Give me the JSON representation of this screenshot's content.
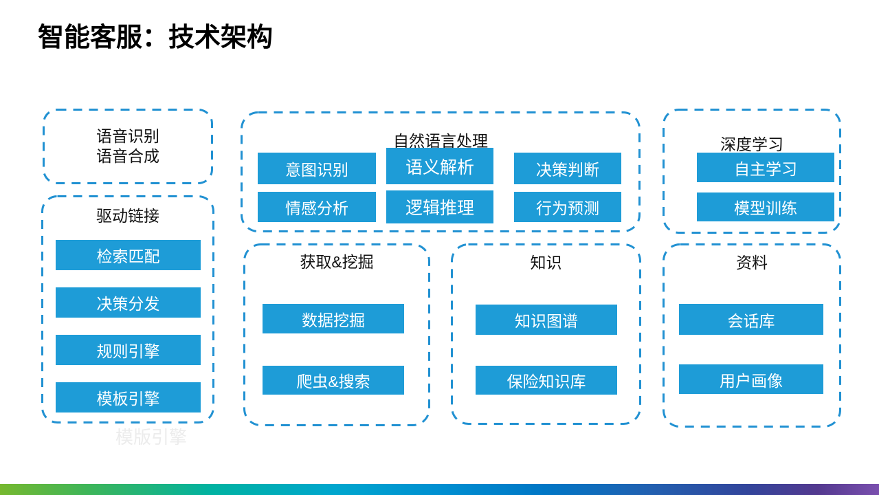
{
  "title": "智能客服：技术架构",
  "watermark": "模版引擎",
  "boxes": {
    "voice": {
      "line1": "语音识别",
      "line2": "语音合成"
    },
    "drive": {
      "title": "驱动链接",
      "items": [
        "检索匹配",
        "决策分发",
        "规则引擎",
        "模板引擎"
      ]
    },
    "nlp": {
      "title": "自然语言处理",
      "items": [
        "意图识别",
        "语义解析",
        "决策判断",
        "情感分析",
        "逻辑推理",
        "行为预测"
      ]
    },
    "deep": {
      "title": "深度学习",
      "items": [
        "自主学习",
        "模型训练"
      ]
    },
    "acquire": {
      "title": "获取&挖掘",
      "items": [
        "数据挖掘",
        "爬虫&搜索"
      ]
    },
    "knowledge": {
      "title": "知识",
      "items": [
        "知识图谱",
        "保险知识库"
      ]
    },
    "data": {
      "title": "资料",
      "items": [
        "会话库",
        "用户画像"
      ]
    }
  },
  "colors": {
    "chip_blue": "#1E9CD7",
    "dash_border_blue": "#2191D2",
    "title_black": "#000000",
    "gradient_stops": [
      "#76B82F",
      "#00B2A1",
      "#00A6CE",
      "#0076C5",
      "#32459B",
      "#7A4FAE"
    ]
  }
}
